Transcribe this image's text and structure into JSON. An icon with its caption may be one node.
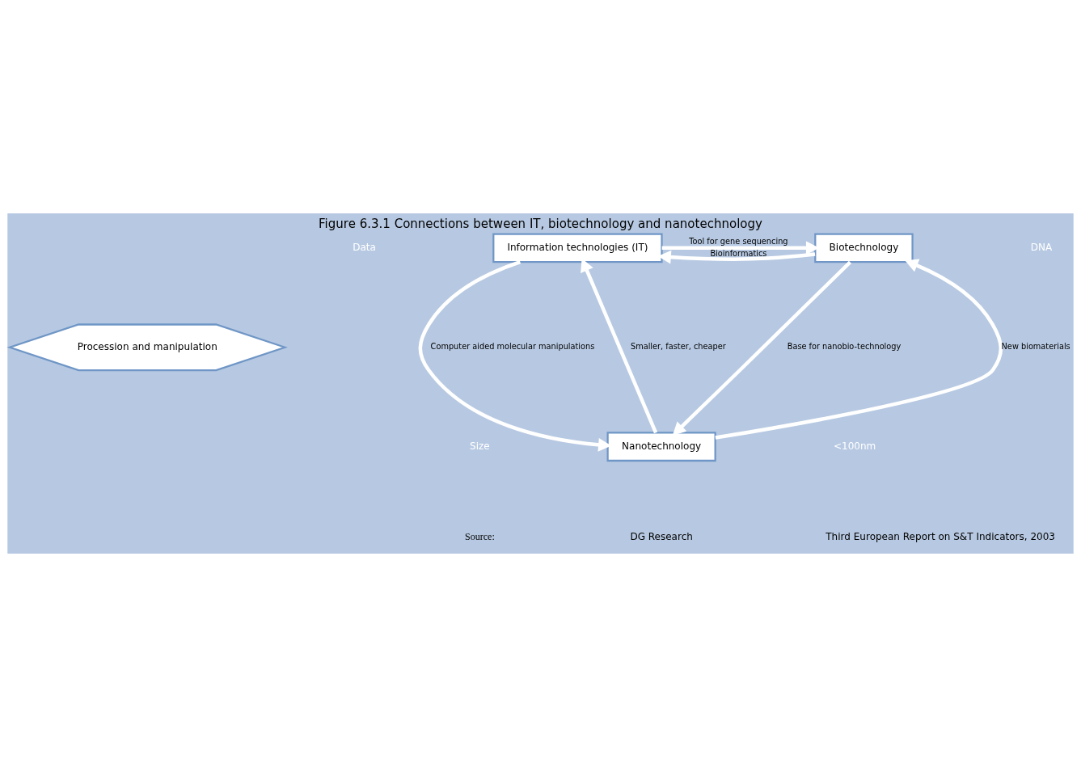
{
  "diagram": {
    "title": "Figure 6.3.1 Connections between IT, biotechnology and nanotechnology",
    "nodes": [
      {
        "text": [
          "Information technologies (IT)"
        ]
      },
      {
        "text": [
          "Biotechnology"
        ]
      },
      {
        "text": [
          "Procession and manipulation"
        ]
      },
      {
        "text": [
          "Nanotechnology"
        ]
      }
    ],
    "edges": [
      {
        "from": 0,
        "to": 1,
        "arrow": "to",
        "label": "Tool for gene sequencing"
      },
      {
        "from": 1,
        "to": 0,
        "arrow": "to",
        "label": "Bioinformatics"
      },
      {
        "from": 0,
        "to": 3,
        "arrow": "to",
        "label": "Computer aided molecular manipulations"
      },
      {
        "from": 3,
        "to": 0,
        "arrow": "to",
        "label": "Smaller, faster, cheaper"
      },
      {
        "from": 3,
        "to": 1,
        "arrow": "to",
        "label": "New biomaterials"
      },
      {
        "from": 1,
        "to": 3,
        "arrow": "to",
        "label": "Base for nanobio-technology"
      }
    ],
    "labels": [
      "Data",
      "DNA",
      "Size",
      "<100nm",
      "Source:",
      "DG Research",
      "Third European Report on S&T Indicators, 2003"
    ]
  }
}
